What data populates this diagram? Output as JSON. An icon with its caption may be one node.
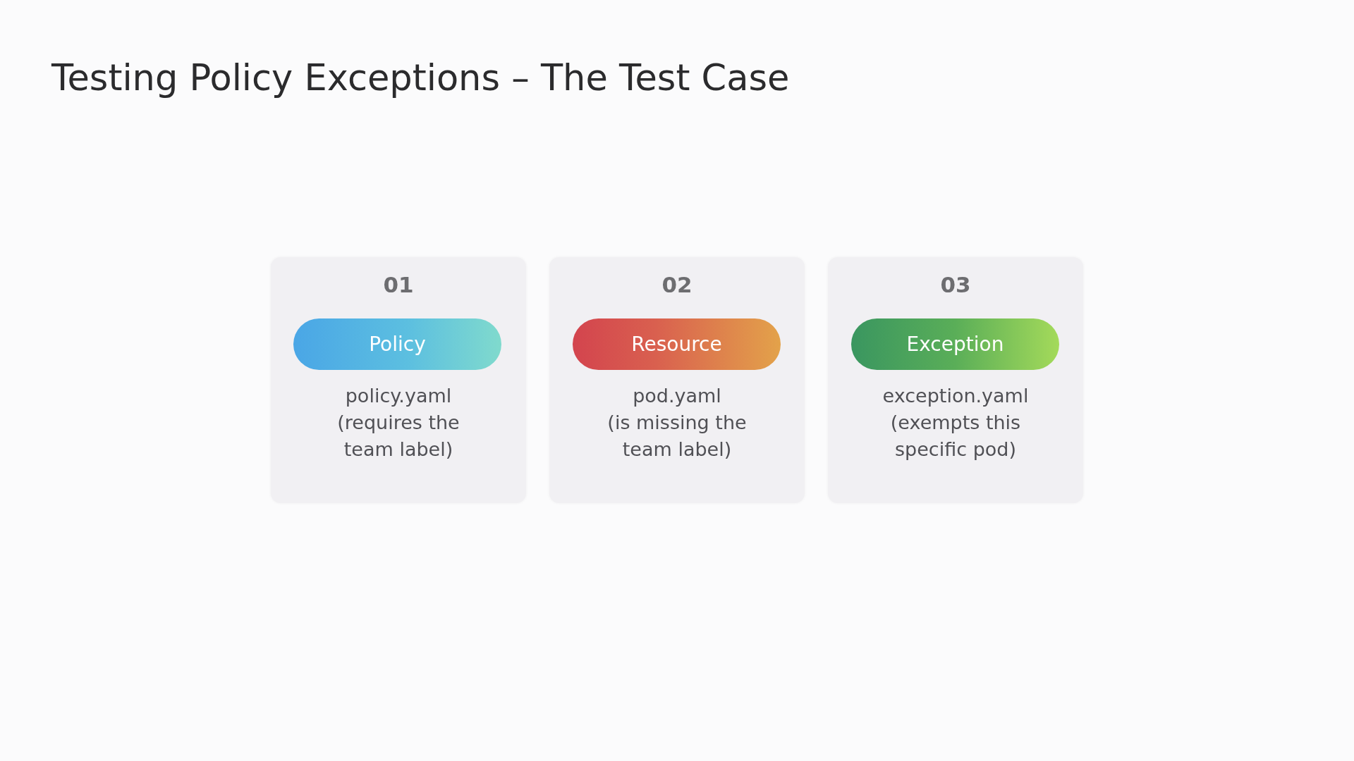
{
  "diagram": {
    "title": "Testing Policy Exceptions – The Test Case",
    "nodes": [
      {
        "text": [
          "01",
          "policy.yaml",
          "(requires the team label)"
        ]
      },
      {
        "text": [
          "Policy"
        ],
        "in": 0
      },
      {
        "text": [
          "02",
          "pod.yaml",
          "(is missing the team label)"
        ]
      },
      {
        "text": [
          "Resource"
        ],
        "in": 2
      },
      {
        "text": [
          "03",
          "exception.yaml",
          "(exempts this specific pod)"
        ]
      },
      {
        "text": [
          "Exception"
        ],
        "in": 4
      }
    ],
    "edges": []
  }
}
